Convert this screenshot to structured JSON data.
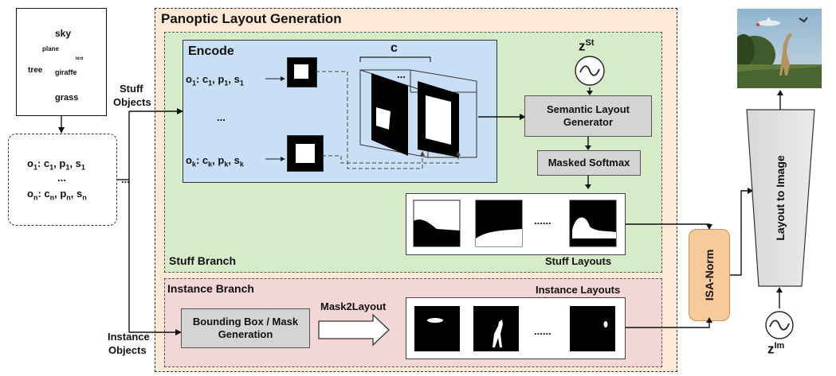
{
  "input_layout": {
    "words": [
      "sky",
      "plane",
      "bird",
      "tree",
      "giraffe",
      "grass"
    ]
  },
  "objects_box": {
    "row1": "o1: c1, p1, s1",
    "dots": "...",
    "rown": "on: cn, pn, sn"
  },
  "labels": {
    "stuff_objects": [
      "Stuff",
      "Objects"
    ],
    "instance_objects": [
      "Instance",
      "Objects"
    ],
    "side_dots": "..."
  },
  "panoptic": {
    "title": "Panoptic Layout Generation"
  },
  "stuff_branch": {
    "title": "Stuff Branch",
    "encode": {
      "title": "Encode",
      "row1": "o1: c1, p1, s1",
      "dots": "...",
      "rowk": "ok: ck, pk, sk",
      "tensor_label": "c",
      "tensor_dots": "..."
    },
    "noise_label": "zSt",
    "semantic_generator": "Semantic Layout Generator",
    "masked_softmax": "Masked Softmax",
    "layouts_label": "Stuff Layouts",
    "layouts_dots": "......"
  },
  "instance_branch": {
    "title": "Instance Branch",
    "bbox_gen": "Bounding Box / Mask Generation",
    "mask2layout": "Mask2Layout",
    "layouts_label": "Instance Layouts",
    "layouts_dots": "......"
  },
  "isa_norm": "ISA-Norm",
  "layout_to_image": "Layout to Image",
  "image_noise_label": "zIm",
  "colors": {
    "panoptic_bg": "#fde9d6",
    "stuff_bg": "#d6ebc8",
    "instance_bg": "#f3d6d6",
    "encode_bg": "#c8dff5",
    "isa_bg": "#f8c99a",
    "gray_box": "#d4d4d4"
  }
}
